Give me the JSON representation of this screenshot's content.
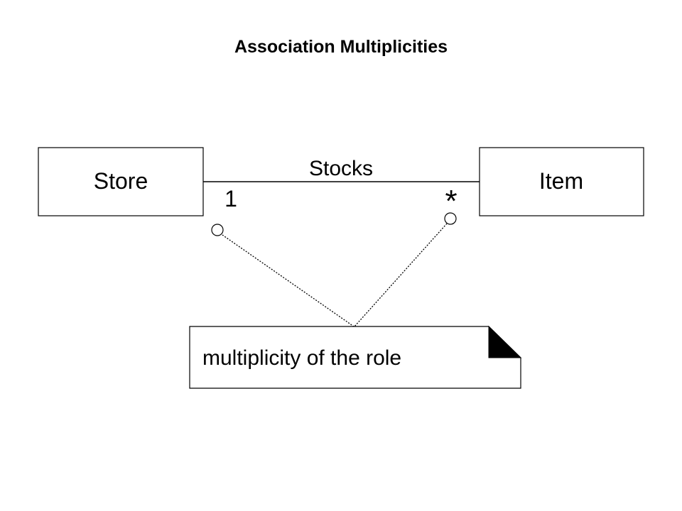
{
  "title": "Association Multiplicities",
  "classes": {
    "left": "Store",
    "right": "Item"
  },
  "association": {
    "name": "Stocks",
    "left_multiplicity": "1",
    "right_multiplicity": "*"
  },
  "note": {
    "text": "multiplicity of the role"
  }
}
